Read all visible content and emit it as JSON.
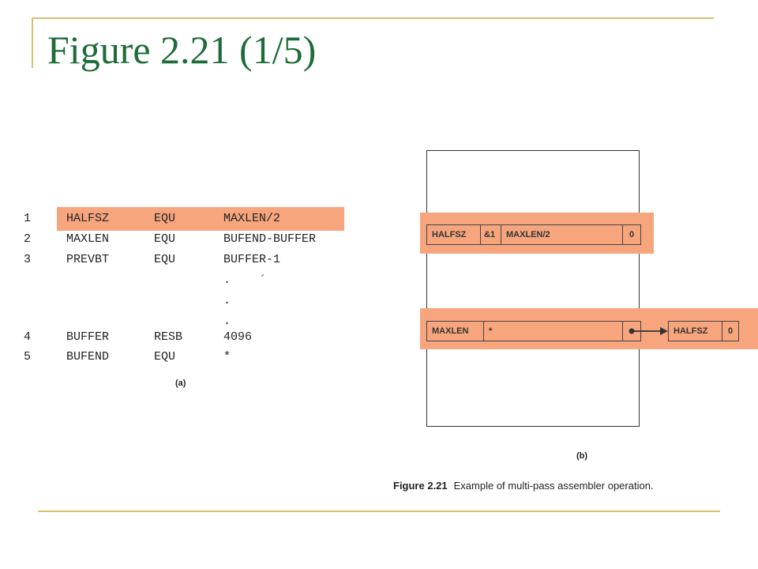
{
  "slide": {
    "title": "Figure 2.21 (1/5)"
  },
  "colors": {
    "title": "#1f6b3a",
    "rule": "#d8c070",
    "highlight": "#f7a57d"
  },
  "program": {
    "lines": [
      {
        "num": "1",
        "label": "HALFSZ",
        "op": "EQU",
        "operand": "MAXLEN/2"
      },
      {
        "num": "2",
        "label": "MAXLEN",
        "op": "EQU",
        "operand": "BUFEND-BUFFER"
      },
      {
        "num": "3",
        "label": "PREVBT",
        "op": "EQU",
        "operand": "BUFFER-1"
      },
      {
        "num": "",
        "label": "",
        "op": "",
        "operand": ".    ´"
      },
      {
        "num": "",
        "label": "",
        "op": "",
        "operand": "."
      },
      {
        "num": "",
        "label": "",
        "op": "",
        "operand": "."
      },
      {
        "num": "4",
        "label": "BUFFER",
        "op": "RESB",
        "operand": "4096"
      },
      {
        "num": "5",
        "label": "BUFEND",
        "op": "EQU",
        "operand": "*"
      }
    ],
    "caption": "(a)"
  },
  "symbol_table": {
    "entry1": {
      "name": "HALFSZ",
      "undefined_count": "&1",
      "expression": "MAXLEN/2",
      "link": "0"
    },
    "entry2": {
      "name": "MAXLEN",
      "value": "*",
      "dependent_name": "HALFSZ",
      "dependent_link": "0"
    },
    "caption": "(b)"
  },
  "figure_caption": {
    "label": "Figure 2.21",
    "text": "Example of multi-pass assembler operation."
  }
}
